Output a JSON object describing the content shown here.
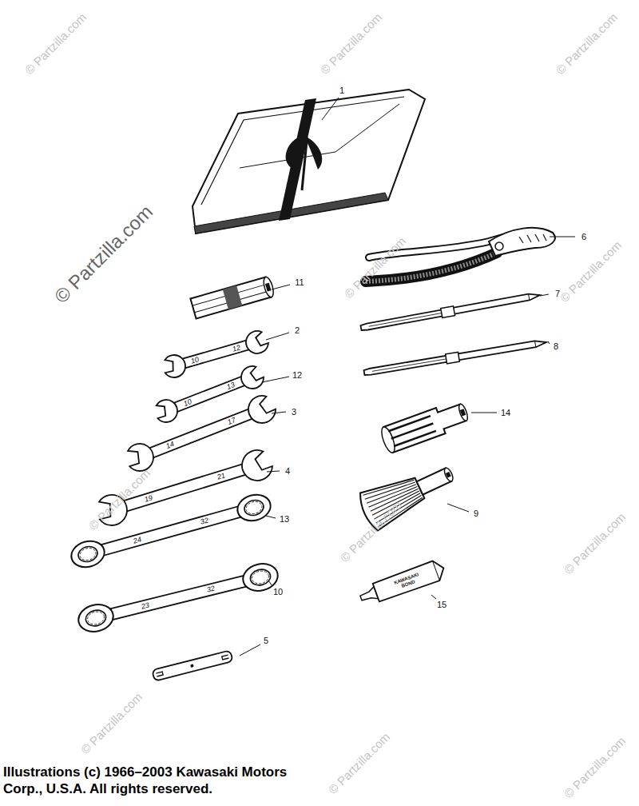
{
  "diagram": {
    "caption": "Illustrations (c) 1966–2003 Kawasaki Motors Corp., U.S.A. All rights reserved.",
    "labels": [
      "© Partzilla.com",
      "© Partzilla.com",
      "© Partzilla.com",
      "1",
      "© Partzilla.com",
      "© Partzilla.com",
      "© Partzilla.com",
      "6",
      "11",
      "7",
      "2",
      "10",
      "12",
      "8",
      "12",
      "10",
      "13",
      "3",
      "14",
      "17",
      "14",
      "4",
      "19",
      "21",
      "13",
      "24",
      "32",
      "9",
      "© Partzilla.com",
      "© Partzilla.com",
      "© Partzilla.com",
      "10",
      "23",
      "32",
      "15",
      "KAWASAKI BOND",
      "5",
      "© Partzilla.com",
      "© Partzilla.com",
      "© Partzilla.com"
    ]
  }
}
